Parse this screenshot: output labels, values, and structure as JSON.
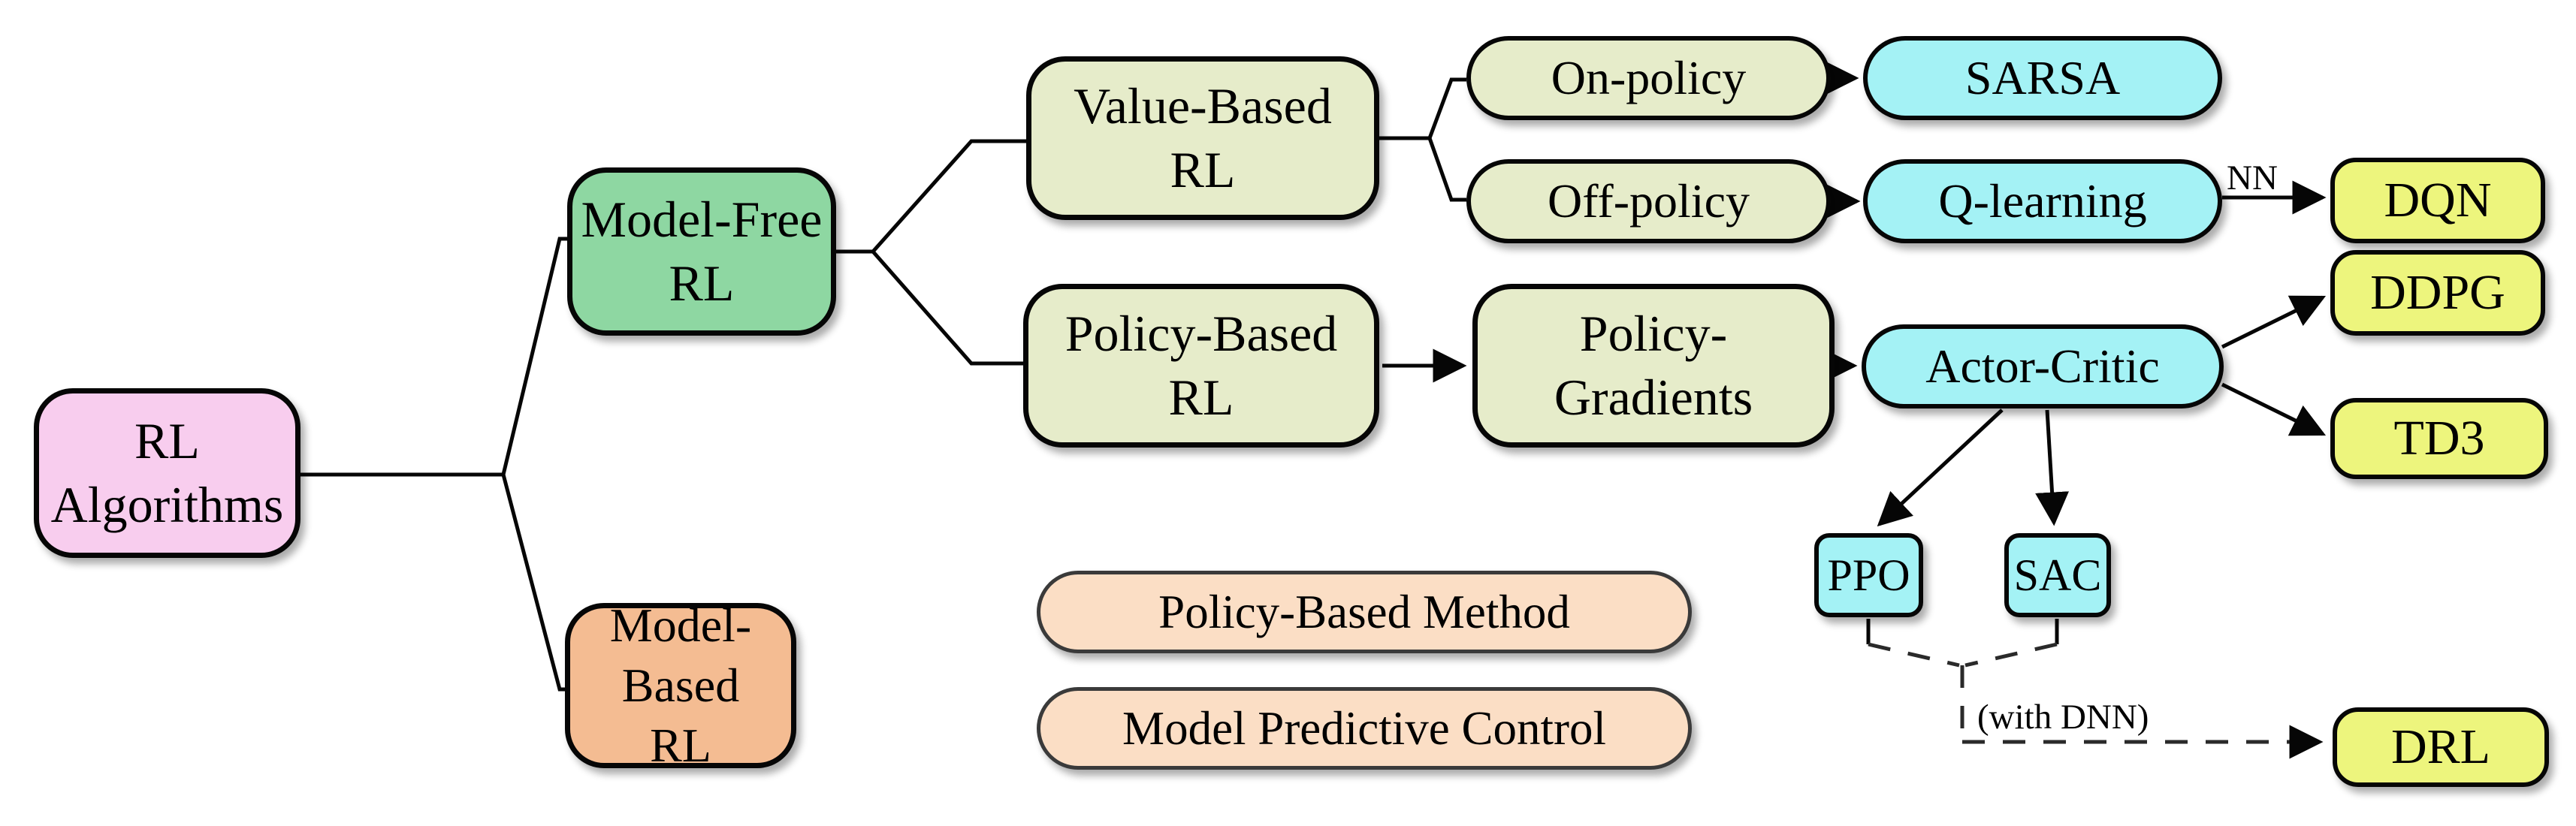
{
  "diagram_name": "RL Algorithms taxonomy flowchart",
  "palette": {
    "pink": "#f8cdee",
    "green": "#8ed7a2",
    "orange": "#f4bc92",
    "olive": "#e6ecca",
    "cyan": "#a4f2f5",
    "yellow": "#edf57d",
    "peach": "#fbdec5",
    "line": "#060606",
    "background": "#ffffff"
  },
  "nodes": {
    "rl_algorithms": {
      "label": "RL\nAlgorithms",
      "color": "pink"
    },
    "model_free_rl": {
      "label": "Model-Free\nRL",
      "color": "green"
    },
    "model_based_rl": {
      "label": "Model-Based\nRL",
      "color": "orange"
    },
    "value_based_rl": {
      "label": "Value-Based\nRL",
      "color": "olive"
    },
    "policy_based_rl": {
      "label": "Policy-Based\nRL",
      "color": "olive"
    },
    "policy_gradients": {
      "label": "Policy-\nGradients",
      "color": "olive"
    },
    "on_policy": {
      "label": "On-policy",
      "color": "olive"
    },
    "off_policy": {
      "label": "Off-policy",
      "color": "olive"
    },
    "sarsa": {
      "label": "SARSA",
      "color": "cyan"
    },
    "q_learning": {
      "label": "Q-learning",
      "color": "cyan"
    },
    "actor_critic": {
      "label": "Actor-Critic",
      "color": "cyan"
    },
    "ppo": {
      "label": "PPO",
      "color": "cyan"
    },
    "sac": {
      "label": "SAC",
      "color": "cyan"
    },
    "dqn": {
      "label": "DQN",
      "color": "yellow"
    },
    "ddpg": {
      "label": "DDPG",
      "color": "yellow"
    },
    "td3": {
      "label": "TD3",
      "color": "yellow"
    },
    "drl": {
      "label": "DRL",
      "color": "yellow"
    },
    "policy_based_method": {
      "label": "Policy-Based Method",
      "color": "peach"
    },
    "model_predictive_control": {
      "label": "Model Predictive Control",
      "color": "peach"
    }
  },
  "edge_labels": {
    "nn": "NN",
    "with_dnn": "(with DNN)"
  },
  "edges": [
    {
      "from": "rl_algorithms",
      "to": "model_free_rl",
      "type": "branch"
    },
    {
      "from": "rl_algorithms",
      "to": "model_based_rl",
      "type": "branch"
    },
    {
      "from": "model_free_rl",
      "to": "value_based_rl",
      "type": "branch"
    },
    {
      "from": "model_free_rl",
      "to": "policy_based_rl",
      "type": "branch"
    },
    {
      "from": "value_based_rl",
      "to": "on_policy",
      "type": "branch"
    },
    {
      "from": "value_based_rl",
      "to": "off_policy",
      "type": "branch"
    },
    {
      "from": "on_policy",
      "to": "sarsa",
      "type": "arrow"
    },
    {
      "from": "off_policy",
      "to": "q_learning",
      "type": "arrow"
    },
    {
      "from": "q_learning",
      "to": "dqn",
      "type": "arrow",
      "label": "NN"
    },
    {
      "from": "policy_based_rl",
      "to": "policy_gradients",
      "type": "arrow"
    },
    {
      "from": "policy_gradients",
      "to": "actor_critic",
      "type": "arrow"
    },
    {
      "from": "actor_critic",
      "to": "ddpg",
      "type": "arrow"
    },
    {
      "from": "actor_critic",
      "to": "td3",
      "type": "arrow"
    },
    {
      "from": "actor_critic",
      "to": "ppo",
      "type": "arrow"
    },
    {
      "from": "actor_critic",
      "to": "sac",
      "type": "arrow"
    },
    {
      "from": "ppo",
      "to": "drl",
      "type": "dashed-arrow",
      "label": "(with DNN)"
    },
    {
      "from": "sac",
      "to": "drl",
      "type": "dashed-arrow",
      "label": "(with DNN)"
    },
    {
      "from": "model_based_rl",
      "to": "policy_based_method",
      "type": "branch"
    },
    {
      "from": "model_based_rl",
      "to": "model_predictive_control",
      "type": "branch"
    }
  ]
}
